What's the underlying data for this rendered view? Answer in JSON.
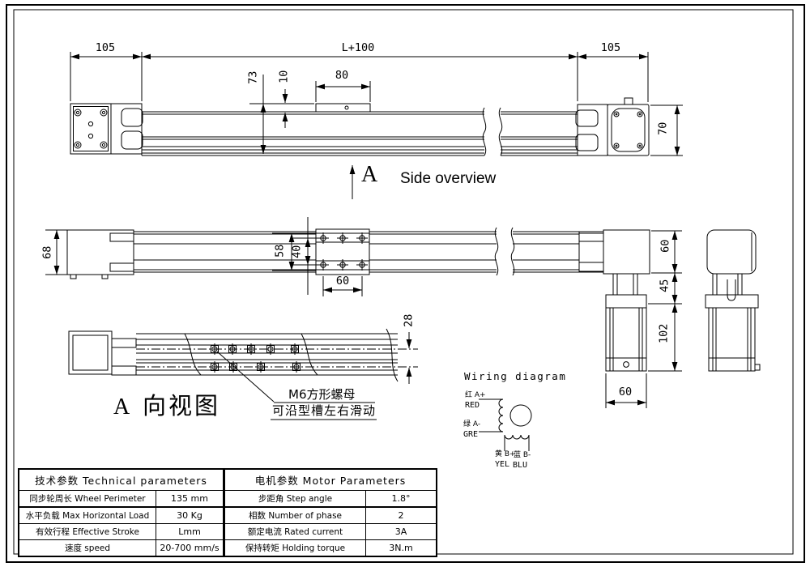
{
  "page": {
    "background": "#ffffff",
    "line_color": "#000000"
  },
  "side_view": {
    "label_letter": "A",
    "label_text": "Side overview",
    "dims": {
      "left_end_length": "105",
      "rail_length": "L+100",
      "right_end_length": "105",
      "overall_height": "73",
      "plate_thickness": "10",
      "plate_length": "80",
      "motor_face_height": "70"
    }
  },
  "plan_view": {
    "dims": {
      "end_block_width": "68",
      "carriage_outer": "58",
      "hole_row_spacing": "40",
      "hole_col_spacing": "60",
      "rail_width": "60",
      "coupling_length": "45",
      "motor_length": "102",
      "motor_width": "60"
    }
  },
  "view_a": {
    "label_letter": "A",
    "label_cn": "向视图",
    "dims": {
      "slot_spacing": "28"
    },
    "callout_line1": "M6方形螺母",
    "callout_line2": "可沿型槽左右滑动"
  },
  "wiring": {
    "title": "Wiring diagram",
    "terminals": {
      "a_plus_cn": "红 A+",
      "a_plus_en": "RED",
      "a_minus_cn": "绿 A-",
      "a_minus_en": "GRE",
      "b_plus_cn": "黄 B+",
      "b_plus_en": "YEL",
      "b_minus_cn": "蓝 B-",
      "b_minus_en": "BLU"
    }
  },
  "technical_table": {
    "title": "技术参数 Technical parameters",
    "rows": [
      {
        "label": "同步轮周长 Wheel Perimeter",
        "value": "135 mm"
      },
      {
        "label": "水平负载 Max Horizontal Load",
        "value": "30 Kg"
      },
      {
        "label": "有效行程 Effective Stroke",
        "value": "Lmm"
      },
      {
        "label": "速度 speed",
        "value": "20-700 mm/s"
      }
    ]
  },
  "motor_table": {
    "title": "电机参数 Motor Parameters",
    "rows": [
      {
        "label": "步距角 Step angle",
        "value": "1.8°"
      },
      {
        "label": "相数 Number of phase",
        "value": "2"
      },
      {
        "label": "额定电流 Rated current",
        "value": "3A"
      },
      {
        "label": "保持转矩 Holding torque",
        "value": "3N.m"
      }
    ]
  }
}
